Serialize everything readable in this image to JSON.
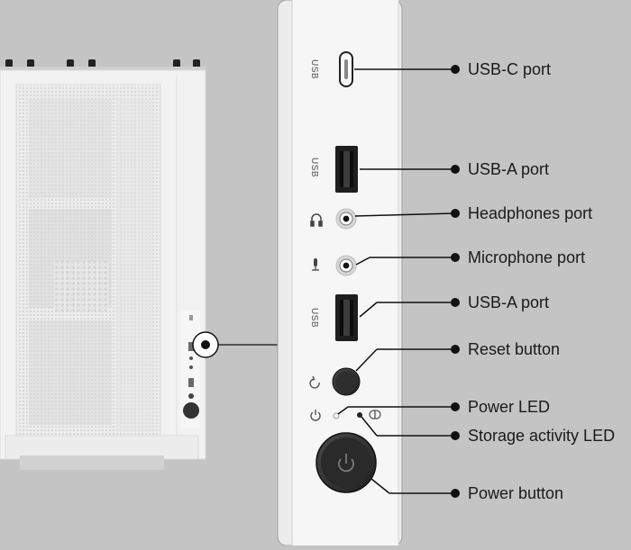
{
  "panel_marks": {
    "usb_c": "USB",
    "usb_a_top": "USB",
    "usb_a_bottom": "USB"
  },
  "callouts": [
    {
      "id": "usb-c-port",
      "label": "USB-C port"
    },
    {
      "id": "usb-a-port-top",
      "label": "USB-A port"
    },
    {
      "id": "headphones-port",
      "label": "Headphones port"
    },
    {
      "id": "microphone-port",
      "label": "Microphone port"
    },
    {
      "id": "usb-a-port-bottom",
      "label": "USB-A port"
    },
    {
      "id": "reset-button",
      "label": "Reset button"
    },
    {
      "id": "power-led",
      "label": "Power LED"
    },
    {
      "id": "storage-activity-led",
      "label": "Storage activity LED"
    },
    {
      "id": "power-button",
      "label": "Power button"
    }
  ],
  "colors": {
    "background": "#c4c4c4",
    "case_white": "#f1f1f1",
    "panel_white": "#f4f4f4",
    "line": "#111111",
    "button_dark": "#2b2b2b"
  },
  "icons": [
    "headphones-icon",
    "microphone-icon",
    "reset-icon",
    "power-icon",
    "storage-icon",
    "power-symbol-icon"
  ]
}
